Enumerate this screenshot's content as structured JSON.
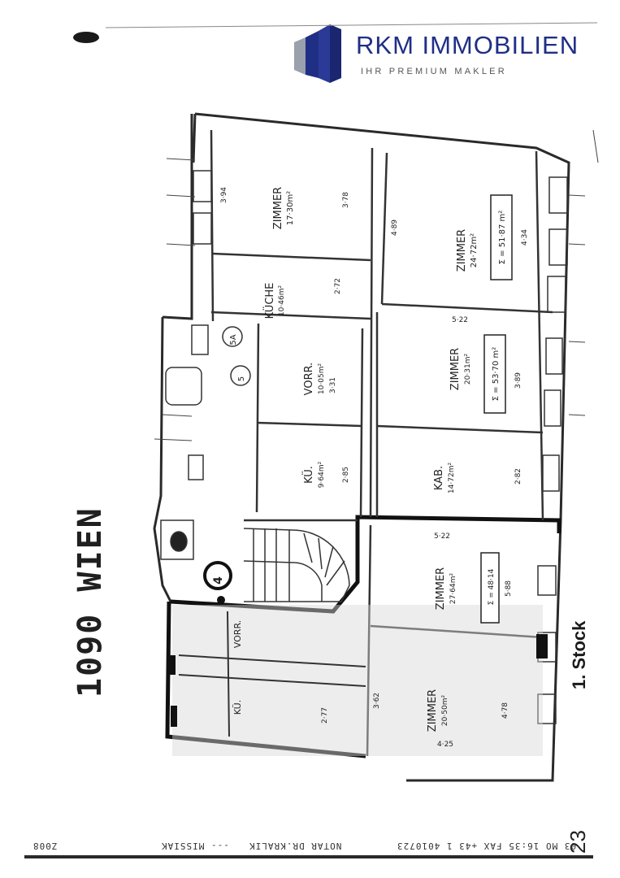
{
  "brand": {
    "name": "RKM IMMOBILIEN",
    "tagline": "IHR PREMIUM MAKLER",
    "color": "#1f2f86"
  },
  "plan": {
    "location_note": "1090 WIEN",
    "floor_label": "1. Stock",
    "page_number": "23",
    "door_numbers": [
      "5A",
      "5",
      "4"
    ],
    "rooms": [
      {
        "name": "ZIMMER",
        "area": "17·30m²"
      },
      {
        "name": "ZIMMER",
        "area": "24·72m²"
      },
      {
        "name": "KÜCHE",
        "area": "10·46m²"
      },
      {
        "name": "VORR.",
        "area": "10·05m²"
      },
      {
        "name": "ZIMMER",
        "area": "20·31m²"
      },
      {
        "name": "KÜ.",
        "area": "9·64m²"
      },
      {
        "name": "KAB.",
        "area": "14·72m²"
      },
      {
        "name": "ZIMMER",
        "area": "27·64m²"
      },
      {
        "name": "VORR.",
        "area": ""
      },
      {
        "name": "KÜ.",
        "area": ""
      },
      {
        "name": "ZIMMER",
        "area": "20·50m²"
      }
    ],
    "totals": [
      "Σ = 51·87 m²",
      "Σ = 53·70 m²",
      "Σ = 48·14"
    ],
    "dimensions": [
      "3·94",
      "3·78",
      "4·89",
      "4·34",
      "2·72",
      "5·22",
      "3·31",
      "3·89",
      "2·85",
      "2·82",
      "5·22",
      "5·88",
      "3·62",
      "4·78",
      "2·77",
      "4·25"
    ]
  },
  "fax_footer": {
    "a": "'03 MO 16:35 FAX +43 1 4010723",
    "b": "NOTAR DR.KRALIK",
    "c": "--- MISSIAK",
    "d": "Z008"
  }
}
